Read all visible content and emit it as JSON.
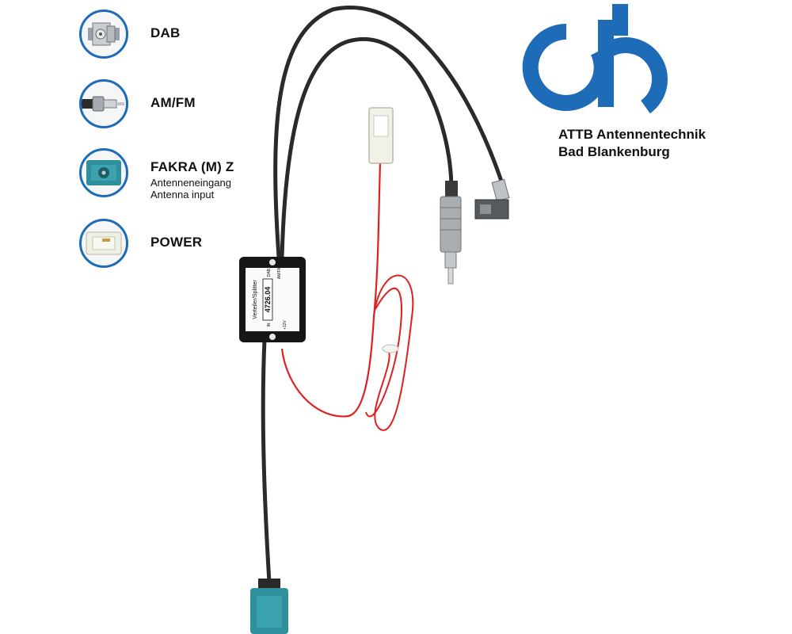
{
  "legend": [
    {
      "name": "DAB",
      "icon": "dab-connector-icon"
    },
    {
      "name": "AM/FM",
      "icon": "amfm-connector-icon"
    },
    {
      "name": "FAKRA (M) Z",
      "icon": "fakra-connector-icon",
      "sub1": "Antenneneingang",
      "sub2": "Antenna input"
    },
    {
      "name": "POWER",
      "icon": "power-connector-icon"
    }
  ],
  "company": {
    "line1": "ATTB Antennentechnik",
    "line2": "Bad Blankenburg"
  },
  "device": {
    "label_line1": "Verteiler/Splitter",
    "part_number": "4726.04",
    "port_dab": "DAB",
    "port_amfm": "AM/FM",
    "port_in": "IN",
    "power_label": "+12V"
  },
  "colors": {
    "brand_blue": "#1e6bb8",
    "fakra_teal": "#2f8f9a",
    "power_wire": "#e02020",
    "cable": "#2a2a2a"
  }
}
